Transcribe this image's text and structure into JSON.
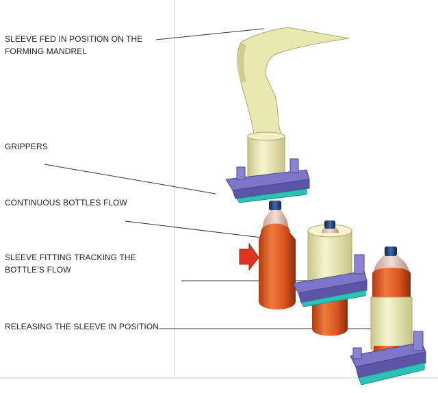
{
  "labels": {
    "sleeve_fed": {
      "line1": "SLEEVE FED IN POSITION ON THE",
      "line2": "FORMING MANDREL"
    },
    "grippers": "GRIPPERS",
    "continuous_flow": "CONTINUOUS BOTTLES FLOW",
    "sleeve_fitting": {
      "line1": "SLEEVE FITTING TRACKING THE",
      "line2": "BOTTLE’S FLOW"
    },
    "releasing": "RELEASING THE SLEEVE IN POSITION"
  },
  "colors": {
    "sleeve": "#ecebb8",
    "sleeve_shade": "#c9c78b",
    "bottle_body": "#d9541f",
    "bottle_dark": "#a3320e",
    "cap": "#1e3a6b",
    "gripper": "#7c76c8",
    "gripper_dark": "#5b55a7",
    "base": "#2cc2b6",
    "arrow": "#e03422",
    "leader_line": "#333333",
    "frame_line": "#cfcfcf"
  }
}
